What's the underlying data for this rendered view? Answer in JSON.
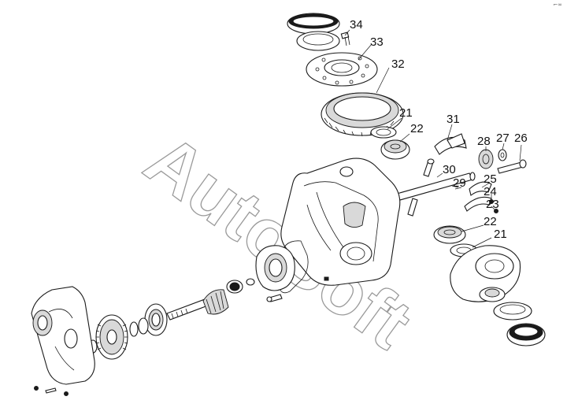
{
  "watermark": "AutoSoft",
  "corner_mark": "⌐∞",
  "callouts": [
    {
      "id": "34",
      "text": "34"
    },
    {
      "id": "33",
      "text": "33"
    },
    {
      "id": "32",
      "text": "32"
    },
    {
      "id": "31",
      "text": "31"
    },
    {
      "id": "21a",
      "text": "21"
    },
    {
      "id": "22a",
      "text": "22"
    },
    {
      "id": "28",
      "text": "28"
    },
    {
      "id": "27",
      "text": "27"
    },
    {
      "id": "26",
      "text": "26"
    },
    {
      "id": "30",
      "text": "30"
    },
    {
      "id": "29",
      "text": "29"
    },
    {
      "id": "25",
      "text": "25"
    },
    {
      "id": "24",
      "text": "24"
    },
    {
      "id": "23",
      "text": "23"
    },
    {
      "id": "22b",
      "text": "22"
    },
    {
      "id": "21b",
      "text": "21"
    }
  ]
}
